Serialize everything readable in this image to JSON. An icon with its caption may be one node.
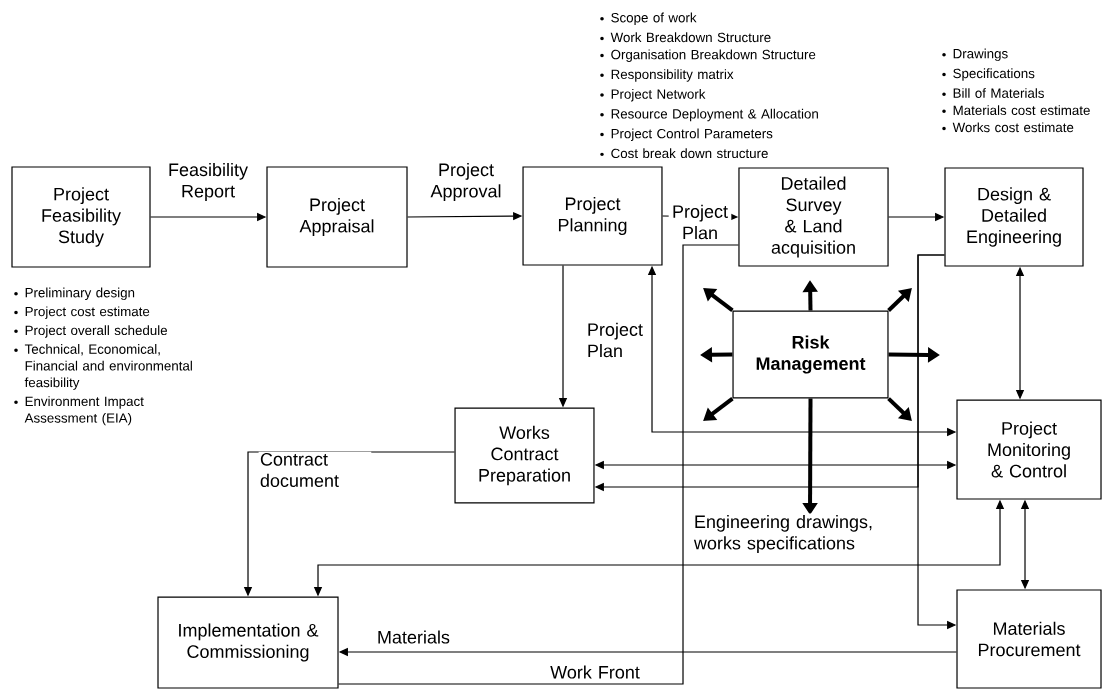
{
  "diagram": {
    "nodes": [
      {
        "text": [
          "Project Feasibility Study"
        ],
        "beside": [
          "Preliminary design",
          "Project cost estimate",
          "Project overall schedule",
          "Technical, Economical, Financial and environmental feasibility",
          "Environment Impact Assessment (EIA)"
        ]
      },
      {
        "text": [
          "Project Appraisal"
        ]
      },
      {
        "text": [
          "Project Planning"
        ],
        "beside": [
          "Scope of work",
          "Work Breakdown Structure",
          "Organisation Breakdown Structure",
          "Responsibility matrix",
          "Project Network",
          "Resource Deployment & Allocation",
          "Project Control Parameters",
          "Cost break down structure"
        ]
      },
      {
        "text": [
          "Detailed Survey & Land acquisition"
        ]
      },
      {
        "text": [
          "Design & Detailed Engineering"
        ],
        "beside": [
          "Drawings",
          "Specifications",
          "Bill of Materials",
          "Materials cost estimate",
          "Works cost estimate"
        ]
      },
      {
        "text": [
          "Risk Management"
        ]
      },
      {
        "text": [
          "Works Contract Preparation"
        ]
      },
      {
        "text": [
          "Project Monitoring & Control"
        ]
      },
      {
        "text": [
          "Implementation & Commissioning"
        ]
      },
      {
        "text": [
          "Materials Procurement"
        ]
      }
    ],
    "edges": [
      {
        "from": 0,
        "to": 1,
        "arrow": "to",
        "label": "Feasibility Report"
      },
      {
        "from": 1,
        "to": 2,
        "arrow": "to",
        "label": "Project Approval"
      },
      {
        "from": 2,
        "to": 3,
        "arrow": "to",
        "label": "Project Plan"
      },
      {
        "from": 3,
        "to": 4,
        "arrow": "to"
      },
      {
        "from": 2,
        "to": 6,
        "arrow": "to",
        "label": "Project Plan"
      },
      {
        "from": 7,
        "to": 2,
        "arrow": "both"
      },
      {
        "from": 6,
        "to": 7,
        "arrow": "both"
      },
      {
        "from": 4,
        "to": 6,
        "arrow": "to",
        "label": "Engineering drawings, works specifications"
      },
      {
        "from": 4,
        "to": 9,
        "arrow": "to"
      },
      {
        "from": 4,
        "to": 7,
        "arrow": "both"
      },
      {
        "from": 7,
        "to": 9,
        "arrow": "both"
      },
      {
        "from": 7,
        "to": 8,
        "arrow": "both"
      },
      {
        "from": 6,
        "to": 8,
        "arrow": "to",
        "label": "Contract document"
      },
      {
        "from": 9,
        "to": 8,
        "arrow": "to",
        "label": "Materials"
      },
      {
        "from": 3,
        "to": 8,
        "arrow": "none",
        "label": "Work Front"
      },
      {
        "from": 5,
        "to": null,
        "arrow": "to",
        "style": "thick"
      },
      {
        "from": 5,
        "to": null,
        "arrow": "to",
        "style": "thick"
      },
      {
        "from": 5,
        "to": null,
        "arrow": "to",
        "style": "thick"
      },
      {
        "from": 5,
        "to": null,
        "arrow": "to",
        "style": "thick"
      },
      {
        "from": 5,
        "to": null,
        "arrow": "to",
        "style": "thick"
      },
      {
        "from": 5,
        "to": null,
        "arrow": "to",
        "style": "thick"
      },
      {
        "from": 5,
        "to": null,
        "arrow": "to",
        "style": "thick"
      },
      {
        "from": 5,
        "to": null,
        "arrow": "to",
        "style": "thick"
      }
    ]
  }
}
